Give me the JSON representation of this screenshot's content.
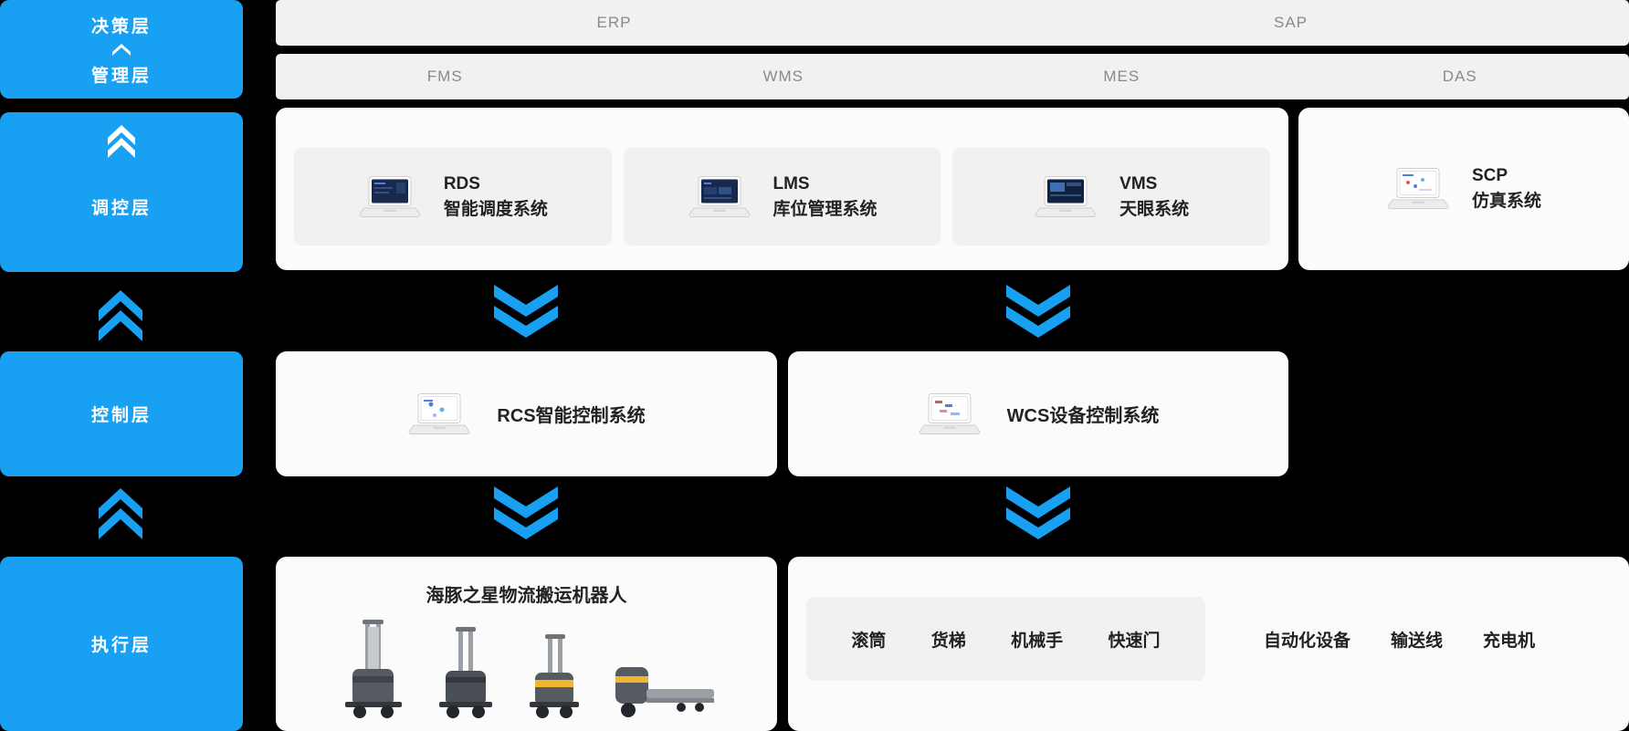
{
  "colors": {
    "background": "#000000",
    "accent_blue": "#18A0F2",
    "bar_background": "#F1F1F1",
    "bar_text": "#8A8A8A",
    "panel_background": "#FBFBFB",
    "card_background": "#F1F1F1",
    "text_dark": "#222222",
    "layer_text": "#FFFFFF",
    "robot_yellow": "#F2B632"
  },
  "left_layers": {
    "decision": "决策层",
    "management": "管理层",
    "regulation": "调控层",
    "control": "控制层",
    "execution": "执行层"
  },
  "top_bars": {
    "row1": [
      "ERP",
      "SAP"
    ],
    "row2": [
      "FMS",
      "WMS",
      "MES",
      "DAS"
    ]
  },
  "regulation_row": {
    "systems": [
      {
        "abbr": "RDS",
        "name": "智能调度系统"
      },
      {
        "abbr": "LMS",
        "name": "库位管理系统"
      },
      {
        "abbr": "VMS",
        "name": "天眼系统"
      }
    ],
    "scp": {
      "abbr": "SCP",
      "name": "仿真系统"
    }
  },
  "control_row": {
    "rcs": "RCS智能控制系统",
    "wcs": "WCS设备控制系统"
  },
  "execution_row": {
    "robots_title": "海豚之星物流搬运机器人",
    "device_group1": [
      "滚筒",
      "货梯",
      "机械手",
      "快速门"
    ],
    "device_group2": [
      "自动化设备",
      "输送线",
      "充电机"
    ]
  },
  "icons": {
    "laptop": "laptop-icon",
    "chevron_up": "chevron-up-icon",
    "chevron_down": "chevron-down-icon",
    "robots": [
      "forklift-agv-icon",
      "forklift-agv-icon",
      "stacker-agv-icon",
      "pallet-agv-icon"
    ]
  }
}
